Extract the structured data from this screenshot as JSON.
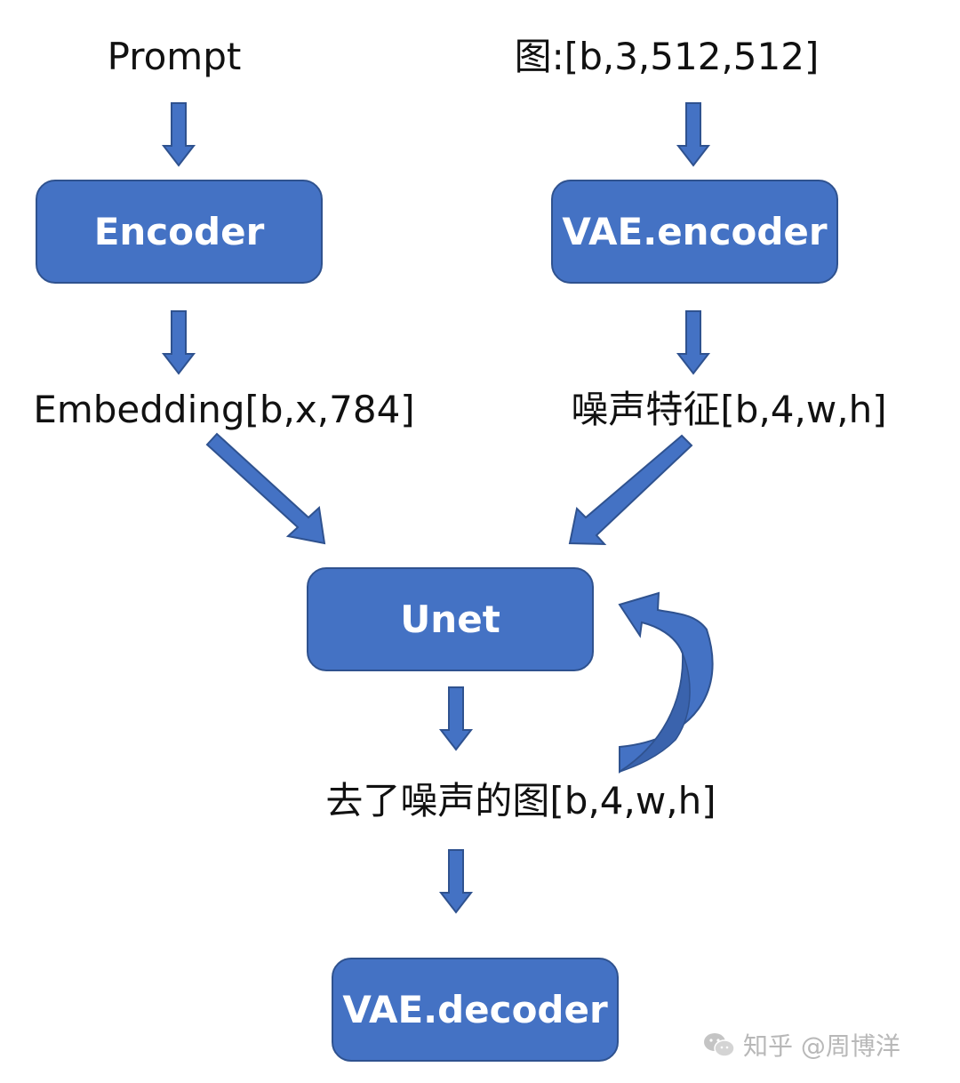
{
  "nodes": {
    "prompt": "Prompt",
    "image_input": "图:[b,3,512,512]",
    "encoder": "Encoder",
    "vae_encoder": "VAE.encoder",
    "embedding": "Embedding[b,x,784]",
    "noise_feature": "噪声特征[b,4,w,h]",
    "unet": "Unet",
    "denoised": "去了噪声的图[b,4,w,h]",
    "vae_decoder": "VAE.decoder"
  },
  "watermark": {
    "text": "知乎 @周博洋",
    "icon": "wechat-icon"
  },
  "colors": {
    "box_fill": "#4472c4",
    "box_border": "#2f528f",
    "arrow_fill": "#4472c4",
    "arrow_stroke": "#2f528f",
    "text": "#111111"
  }
}
